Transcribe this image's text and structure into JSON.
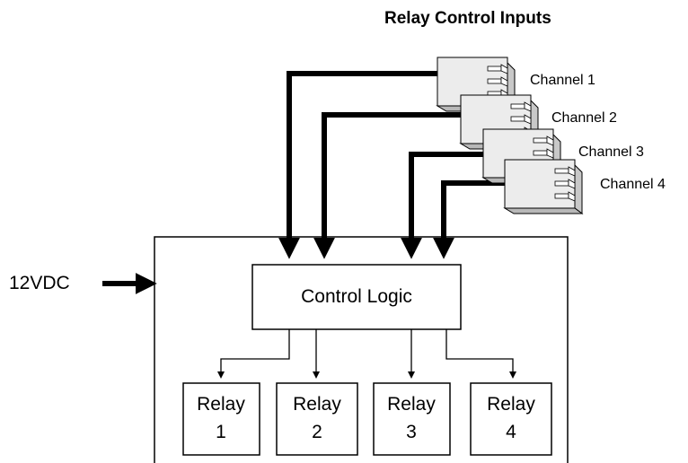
{
  "title": "Relay Control Inputs",
  "power_label": "12VDC",
  "logic_label": "Control Logic",
  "channels": [
    "Channel 1",
    "Channel 2",
    "Channel 3",
    "Channel 4"
  ],
  "relays": [
    {
      "top": "Relay",
      "num": "1"
    },
    {
      "top": "Relay",
      "num": "2"
    },
    {
      "top": "Relay",
      "num": "3"
    },
    {
      "top": "Relay",
      "num": "4"
    }
  ]
}
